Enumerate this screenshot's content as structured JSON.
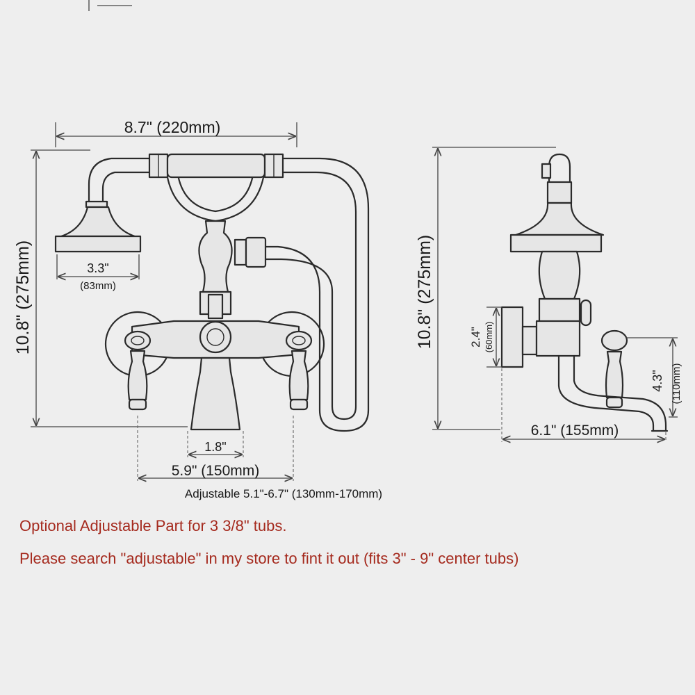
{
  "colors": {
    "background": "#eeeeee",
    "ink": "#2b2b2b",
    "note_red": "#a52a1e"
  },
  "front_view": {
    "overall_width": "8.7\" (220mm)",
    "overall_height": "10.8\" (275mm)",
    "shower_head_diameter": "3.3\"",
    "shower_head_diameter_mm": "(83mm)",
    "spout_width": "1.8\"",
    "center_distance": "5.9\" (150mm)",
    "adjustable_range": "Adjustable 5.1\"-6.7\" (130mm-170mm)"
  },
  "side_view": {
    "overall_height": "10.8\" (275mm)",
    "flange_height": "2.4\"",
    "flange_height_mm": "(60mm)",
    "spout_drop": "4.3\"",
    "spout_drop_mm": "(110mm)",
    "projection": "6.1\" (155mm)"
  },
  "notes": {
    "line1": "Optional Adjustable Part for 3 3/8\" tubs.",
    "line2": "Please search \"adjustable\" in my store to fint it out (fits 3\" - 9\" center tubs)"
  }
}
